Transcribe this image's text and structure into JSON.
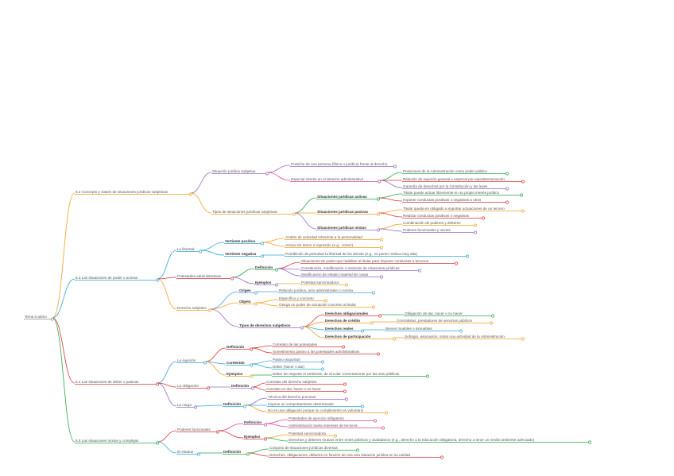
{
  "map": {
    "root": "Tema 6 admo",
    "colors": {
      "gray": "#888888",
      "orange": "#f0a020",
      "teal": "#2aa8d8",
      "red": "#dd3333",
      "purple": "#9966cc",
      "green": "#22aa44",
      "pink": "#e040a0",
      "ltblue": "#4aa0e0"
    },
    "branches": [
      {
        "label": "6.2 Concepto y clases de situaciones jurídicas subjetivas",
        "children": [
          {
            "label": "Situación jurídica subjetiva",
            "children": [
              {
                "label": "Posición de una persona (física o jurídica) frente al derecho"
              },
              {
                "label": "Especial interés en el derecho administrativo",
                "children": [
                  {
                    "label": "Posiciones de la Administración como poder público"
                  },
                  {
                    "label": "Relación de sujeción general o especial por autodeterminación"
                  },
                  {
                    "label": "Garantía de derechos por la Constitución y las leyes"
                  }
                ]
              }
            ]
          },
          {
            "label": "Tipos de situaciones jurídicas subjetivas",
            "children": [
              {
                "label": "Situaciones jurídicas activas",
                "children": [
                  {
                    "label": "Titular puede actuar libremente en su propio interés jurídico"
                  },
                  {
                    "label": "Imponer conductas positivas o negativas a otros"
                  }
                ]
              },
              {
                "label": "Situaciones jurídicas pasivas",
                "children": [
                  {
                    "label": "Titular queda en obligado a soportar actuaciones de un tercero"
                  },
                  {
                    "label": "Realizar conductas positivas o negativas"
                  }
                ]
              },
              {
                "label": "Situaciones jurídicas mixtas",
                "children": [
                  {
                    "label": "Combinación de poderes y deberes"
                  },
                  {
                    "label": "Poderes funcionales y mixtos"
                  }
                ]
              }
            ]
          }
        ]
      },
      {
        "label": "6.3 Las situaciones de poder o activas",
        "children": [
          {
            "label": "La libertad",
            "children": [
              {
                "label": "Vertiente positiva",
                "children": [
                  {
                    "label": "Ámbito de actividad inherente a la personalidad"
                  },
                  {
                    "label": "Actuar sin temor a represión (e.g., comer)"
                  }
                ]
              },
              {
                "label": "Vertiente negativa",
                "children": [
                  {
                    "label": "Prohibición de perturbar la libertad de los demás (e.g., no poner música muy alta)"
                  }
                ]
              }
            ]
          },
          {
            "label": "Potestades administrativas",
            "children": [
              {
                "label": "Definición",
                "children": [
                  {
                    "label": "Situaciones de poder que habilitan al titular para imponer conductas a terceros"
                  },
                  {
                    "label": "Constitución, modificación o extinción de relaciones jurídicas"
                  },
                  {
                    "label": "Modificación de estado material de cosas"
                  }
                ]
              },
              {
                "label": "Ejemplos",
                "children": [
                  {
                    "label": "Potestad sancionadora"
                  }
                ]
              }
            ]
          },
          {
            "label": "Derecho subjetivo",
            "children": [
              {
                "label": "Origen",
                "children": [
                  {
                    "label": "Relación jurídica, acto administrativo o norma"
                  }
                ]
              },
              {
                "label": "Objeto",
                "children": [
                  {
                    "label": "Específico y concreto"
                  },
                  {
                    "label": "Otorga un poder de actuación concreto al titular"
                  }
                ]
              },
              {
                "label": "Tipos de derechos subjetivos",
                "children": [
                  {
                    "label": "Derechos obligacionales",
                    "children": [
                      {
                        "label": "Obligación de dar, hacer o no hacer"
                      }
                    ]
                  },
                  {
                    "label": "Derechos de crédito",
                    "children": [
                      {
                        "label": "Contratistas, prestadores de servicios públicos"
                      }
                    ]
                  },
                  {
                    "label": "Derechos reales",
                    "children": [
                      {
                        "label": "Bienes muebles o inmuebles"
                      }
                    ]
                  },
                  {
                    "label": "Derechos de participación",
                    "children": [
                      {
                        "label": "Sufragio, asociación, instar una actividad de la Administración"
                      }
                    ]
                  }
                ]
              }
            ]
          }
        ]
      },
      {
        "label": "6.4 Las situaciones de deber o pasivas",
        "children": [
          {
            "label": "La sujeción",
            "children": [
              {
                "label": "Definición",
                "children": [
                  {
                    "label": "Correlato de las potestades"
                  },
                  {
                    "label": "Sometimiento pasivo a las potestades administrativas"
                  }
                ]
              },
              {
                "label": "Contenido",
                "children": [
                  {
                    "label": "Pasivo (soportar)"
                  },
                  {
                    "label": "Deber (hacer o dar)"
                  }
                ]
              },
              {
                "label": "Ejemplos",
                "children": [
                  {
                    "label": "Deber de respetar el ambiente, de circular correctamente por las vías públicas"
                  }
                ]
              }
            ]
          },
          {
            "label": "La obligación",
            "children": [
              {
                "label": "Definición",
                "children": [
                  {
                    "label": "Correlato del derecho subjetivo"
                  },
                  {
                    "label": "Consiste en dar, hacer o no hacer"
                  }
                ]
              }
            ]
          },
          {
            "label": "La carga",
            "children": [
              {
                "label": "Definición",
                "children": [
                  {
                    "label": "Técnica del derecho procesal"
                  },
                  {
                    "label": "Impone un comportamiento determinado"
                  },
                  {
                    "label": "No es una obligación porque su cumplimiento es voluntario"
                  }
                ]
              }
            ]
          }
        ]
      },
      {
        "label": "6.5 Las situaciones mixtas y complejas",
        "children": [
          {
            "label": "Poderes funcionales",
            "children": [
              {
                "label": "Definición",
                "children": [
                  {
                    "label": "Potestades de ejercicio obligatorio"
                  },
                  {
                    "label": "Administración tutela intereses de terceros"
                  }
                ]
              },
              {
                "label": "Ejemplos",
                "children": [
                  {
                    "label": "Potestad sancionadora"
                  },
                  {
                    "label": "Derechos y deberes mutuos entre entes públicos y ciudadanos (e.g., derecho a la educación obligatoria, derecho a tener un medio ambiente adecuado)"
                  }
                ]
              }
            ]
          },
          {
            "label": "El estatus",
            "children": [
              {
                "label": "Definición",
                "children": [
                  {
                    "label": "Conjunto de situaciones jurídicas diversas"
                  },
                  {
                    "label": "Derechos, obligaciones, deberes en función de una otra situación jurídica en su unidad"
                  }
                ]
              }
            ]
          }
        ]
      }
    ]
  }
}
